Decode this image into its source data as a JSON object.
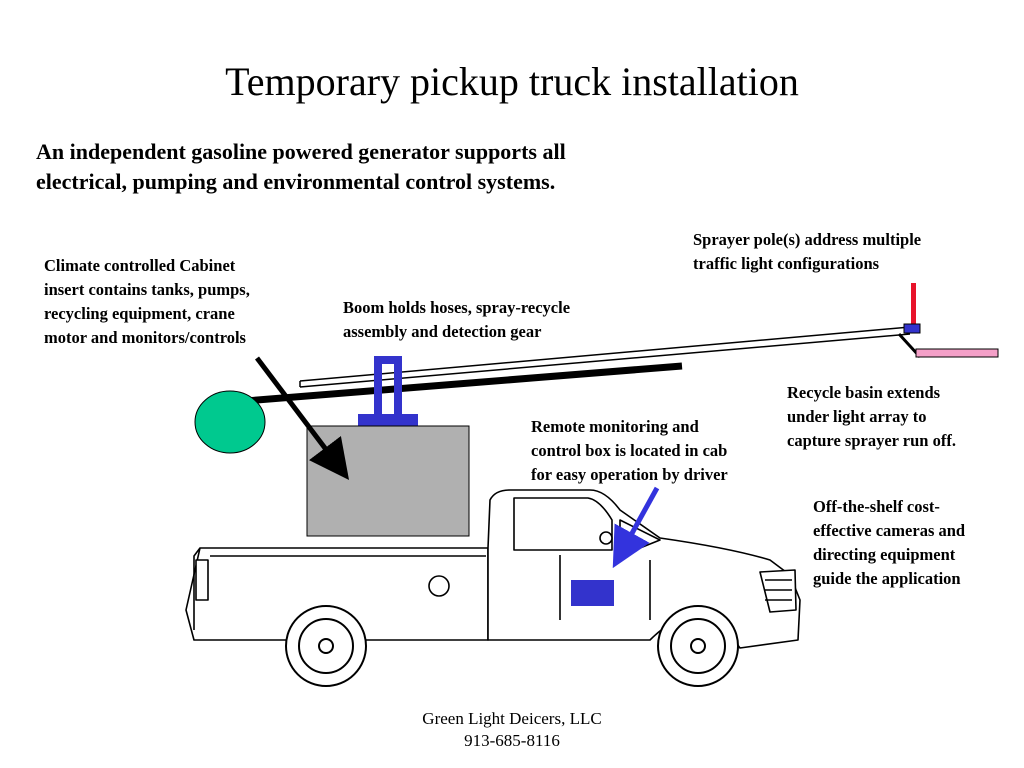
{
  "slide": {
    "title": "Temporary pickup truck installation",
    "intro": "An independent  gasoline powered generator supports all\nelectrical, pumping and environmental control systems."
  },
  "labels": {
    "cabinet": "Climate controlled Cabinet\ninsert contains tanks, pumps,\nrecycling equipment, crane\nmotor and monitors/controls",
    "boom": "Boom holds hoses, spray-recycle\nassembly and detection gear",
    "sprayer": "Sprayer pole(s) address multiple\ntraffic light configurations",
    "recycle": "Recycle basin extends\nunder light array to\ncapture sprayer run off.",
    "remote": "Remote monitoring and\ncontrol box is located in cab\nfor easy operation by driver",
    "cameras": "Off-the-shelf cost-\neffective cameras and\ndirecting equipment\nguide the application"
  },
  "footer": {
    "company": "Green Light Deicers, LLC",
    "phone": "913-685-8116"
  },
  "colors": {
    "generator": "#00c98f",
    "cabinet": "#b0b0b0",
    "boom_mount": "#3333cc",
    "sprayer_pole": "#e8132b",
    "recycle_basin": "#f4a0c8",
    "control_box": "#3333cc",
    "pointer_blue": "#3333dd"
  }
}
